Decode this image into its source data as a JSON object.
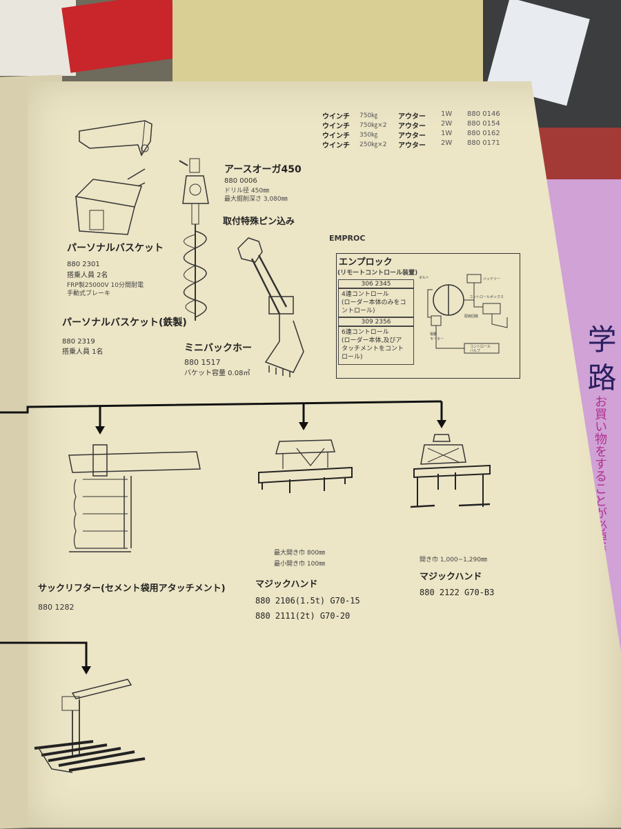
{
  "winch_table": [
    {
      "name": "ウインチ",
      "capacity": "750㎏",
      "type": "アウター",
      "line": "1W",
      "code": "880 0146"
    },
    {
      "name": "ウインチ",
      "capacity": "750㎏×2",
      "type": "アウター",
      "line": "2W",
      "code": "880 0154"
    },
    {
      "name": "ウインチ",
      "capacity": "350㎏",
      "type": "アウター",
      "line": "1W",
      "code": "880 0162"
    },
    {
      "name": "ウインチ",
      "capacity": "250㎏×2",
      "type": "アウター",
      "line": "2W",
      "code": "880 0171"
    }
  ],
  "auger": {
    "title": "アースオーガ450",
    "code": "880 0006",
    "spec1": "ドリル径 450㎜",
    "spec2": "最大掘削深さ 3,080㎜"
  },
  "pin_note": "取付特殊ピン込み",
  "personal_basket": {
    "title": "パーソナルバスケット",
    "code": "880 2301",
    "spec1": "搭乗人員 2名",
    "spec2": "FRP製25000V 10分間耐電",
    "spec3": "手動式ブレーキ"
  },
  "personal_basket_steel": {
    "title": "パーソナルバスケット(鉄製)",
    "code": "880 2319",
    "spec1": "搭乗人員 1名"
  },
  "mini_backhoe": {
    "title": "ミニバックホー",
    "code": "880 1517",
    "spec1": "バケット容量 0.08㎥"
  },
  "emproc": {
    "heading": "EMPROC",
    "title": "エンプロック",
    "subtitle": "(リモートコントロール装置)",
    "code1": "306 2345",
    "desc1a": "4連コントロール",
    "desc1b": "(ローダー本体のみをコ",
    "desc1c": "ントロール)",
    "code2": "309 2356",
    "desc2a": "6連コントロール",
    "desc2b": "(ローダー本体,及びア",
    "desc2c": "タッチメントをコント",
    "desc2d": "ロール)",
    "diagram_labels": [
      "ボルト",
      "バッテリー",
      "コントロールボックス",
      "電動",
      "モーター",
      "コントロール",
      "バルブ",
      "配線回路"
    ]
  },
  "sack_lifter": {
    "title": "サックリフター(セメント袋用アタッチメント)",
    "code": "880 1282"
  },
  "magic_hand_1": {
    "spec1": "最大開き巾 800㎜",
    "spec2": "最小開き巾 100㎜",
    "title": "マジックハンド",
    "code1": "880 2106(1.5t) G70-15",
    "code2": "880 2111(2t)    G70-20"
  },
  "magic_hand_2": {
    "spec1": "開き巾 1,000~1,290㎜",
    "title": "マジックハンド",
    "code1": "880 2122  G70-B3"
  },
  "pink_page": {
    "big": "学 路",
    "small": "お買い物をすることが必要です。"
  },
  "colors": {
    "paper": "#ece5c6",
    "ink": "#222222",
    "pink": "#d0a2d6",
    "red": "#c8262a"
  }
}
